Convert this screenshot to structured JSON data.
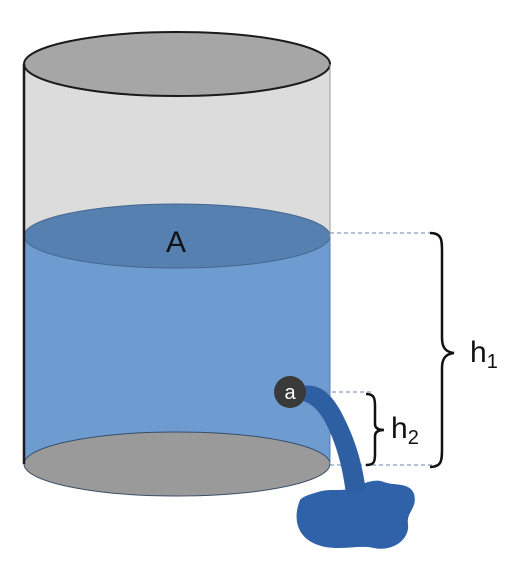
{
  "labels": {
    "area_top": "A",
    "orifice": "a",
    "height_total": "h",
    "height_total_sub": "1",
    "height_orifice": "h",
    "height_orifice_sub": "2"
  },
  "colors": {
    "empty_body": "#dcdcdc",
    "top_ellipse": "#a6a6a6",
    "water": "#6e9bd0",
    "water_surface": "#5580b0",
    "bottom_ellipse": "#9a9a9a",
    "jet": "#2e5fa3",
    "puddle": "#2f62a8",
    "orifice": "#3a3a3a",
    "dashed_line": "#6a86b0",
    "outline": "#1a1a1a"
  }
}
